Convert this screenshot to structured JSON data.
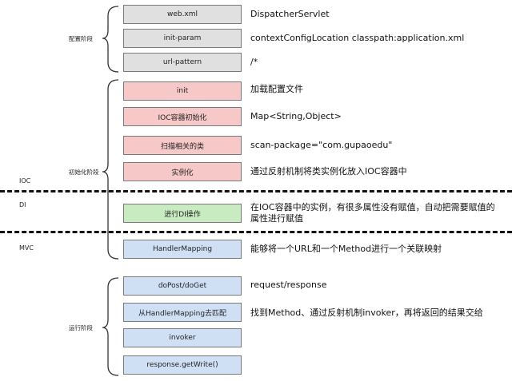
{
  "phases": {
    "config": "配置阶段",
    "init": "初始化阶段",
    "run": "运行阶段"
  },
  "sections": {
    "ioc": "IOC",
    "di": "DI",
    "mvc": "MVC"
  },
  "config_steps": [
    {
      "box": "web.xml",
      "desc": "DispatcherServlet"
    },
    {
      "box": "init-param",
      "desc": "contextConfigLocation  classpath:application.xml"
    },
    {
      "box": "url-pattern",
      "desc": "/*"
    }
  ],
  "init_steps": [
    {
      "box": "init",
      "desc": "加载配置文件"
    },
    {
      "box": "IOC容器初始化",
      "desc": "Map<String,Object>"
    },
    {
      "box": "扫描相关的类",
      "desc": "scan-package=\"com.gupaoedu\""
    },
    {
      "box": "实例化",
      "desc": "通过反射机制将类实例化放入IOC容器中"
    }
  ],
  "di_step": {
    "box": "进行DI操作",
    "desc_line1": "在IOC容器中的实例，有很多属性没有赋值，自动把需要赋值的",
    "desc_line2": "属性进行赋值"
  },
  "mvc_step": {
    "box": "HandlerMapping",
    "desc": "能够将一个URL和一个Method进行一个关联映射"
  },
  "run_steps": [
    {
      "box": "doPost/doGet",
      "desc": "request/response"
    },
    {
      "box": "从HandlerMapping去匹配",
      "desc": "找到Method、通过反射机制invoker，再将返回的结果交给"
    },
    {
      "box": "invoker",
      "desc": ""
    },
    {
      "box": "response.getWrite()",
      "desc": ""
    }
  ],
  "colors": {
    "config": "#e0e0e0",
    "init": "#f7c8c8",
    "di": "#c9ebc2",
    "mvc": "#cfe0f5",
    "run": "#cfe0f5"
  }
}
